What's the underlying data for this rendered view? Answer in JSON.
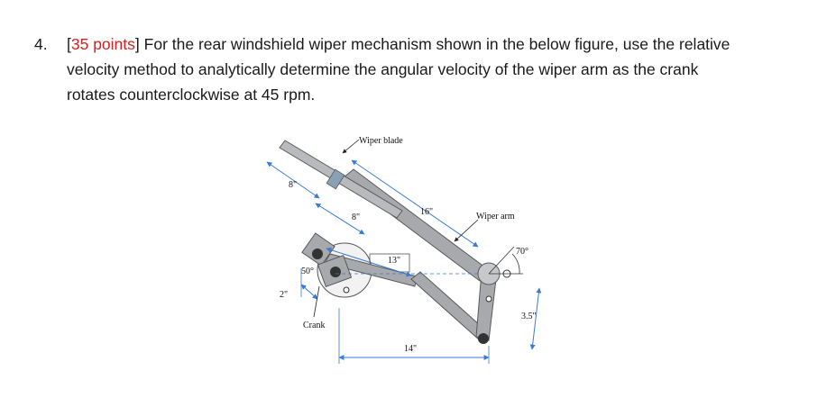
{
  "problem": {
    "number": "4.",
    "open_bracket": "[",
    "points": "35 points",
    "close_bracket": "]",
    "text_line1": " For the rear windshield wiper mechanism shown in the below figure, use the relative",
    "text_line2": "velocity method to analytically determine the angular velocity of the wiper arm as the crank",
    "text_line3": "rotates counterclockwise at 45 rpm."
  },
  "figure": {
    "labels": {
      "wiper_blade": "Wiper blade",
      "wiper_arm": "Wiper arm",
      "crank": "Crank",
      "dim_8a": "8\"",
      "dim_8b": "8\"",
      "dim_16": "16\"",
      "dim_13": "13\"",
      "dim_14": "14\"",
      "dim_2": "2\"",
      "dim_35": "3.5\"",
      "angle_50": "50°",
      "angle_70": "70°"
    },
    "colors": {
      "part_fill": "#a7a9ac",
      "part_stroke": "#5a5a5a",
      "dim_line": "#3a7bd5",
      "accent": "#d42020"
    }
  }
}
